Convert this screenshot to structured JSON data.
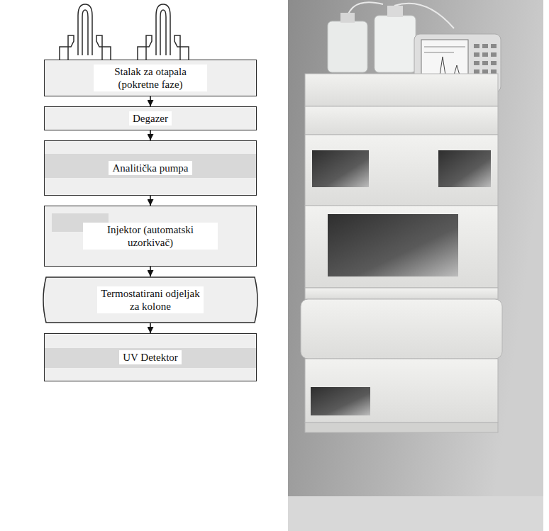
{
  "diagram": {
    "nodes": [
      {
        "text": [
          "Stalak za otapala (pokretne faze)"
        ]
      },
      {
        "text": [
          "Degazer"
        ]
      },
      {
        "text": [
          "Analitička pumpa"
        ]
      },
      {
        "text": [
          "Injektor (automatski uzorkivač)"
        ]
      },
      {
        "text": [
          "Termostatirani odjeljak za kolone"
        ]
      },
      {
        "text": [
          "UV Detektor"
        ]
      }
    ],
    "edges": [
      {
        "from": 0,
        "to": 1,
        "arrow": "to"
      },
      {
        "from": 1,
        "to": 2,
        "arrow": "to"
      },
      {
        "from": 2,
        "to": 3,
        "arrow": "to"
      },
      {
        "from": 3,
        "to": 4,
        "arrow": "to"
      },
      {
        "from": 4,
        "to": 5,
        "arrow": "to"
      }
    ]
  }
}
